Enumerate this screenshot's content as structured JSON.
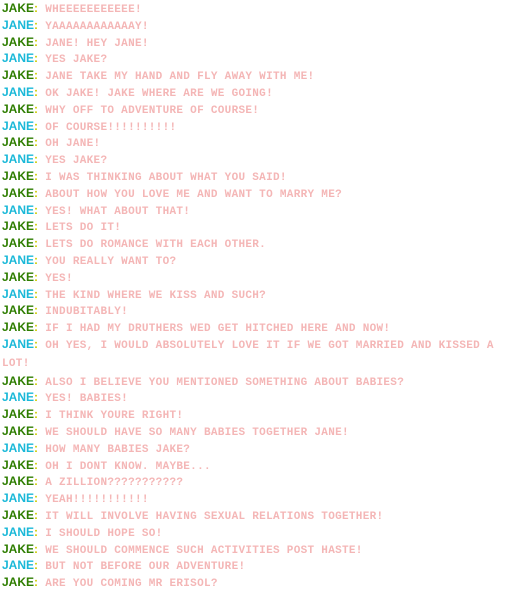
{
  "colors": {
    "speaker_a": "#2e7d00",
    "speaker_b": "#1ab8d8",
    "colon": "#cccc00",
    "message": "#f4b6b6",
    "background": "#ffffff"
  },
  "lines": [
    {
      "speaker": "JAKE",
      "role": "a",
      "text": "WHEEEEEEEEEEE!"
    },
    {
      "speaker": "JANE",
      "role": "b",
      "text": "YAAAAAAAAAAAAY!"
    },
    {
      "speaker": "JAKE",
      "role": "a",
      "text": "JANE! HEY JANE!"
    },
    {
      "speaker": "JANE",
      "role": "b",
      "text": "YES JAKE?"
    },
    {
      "speaker": "JAKE",
      "role": "a",
      "text": "JANE TAKE MY HAND AND FLY AWAY WITH ME!"
    },
    {
      "speaker": "JANE",
      "role": "b",
      "text": "OK JAKE! JAKE WHERE ARE WE GOING!"
    },
    {
      "speaker": "JAKE",
      "role": "a",
      "text": "WHY OFF TO ADVENTURE OF COURSE!"
    },
    {
      "speaker": "JANE",
      "role": "b",
      "text": "OF COURSE!!!!!!!!!!"
    },
    {
      "speaker": "JAKE",
      "role": "a",
      "text": "OH JANE!"
    },
    {
      "speaker": "JANE",
      "role": "b",
      "text": "YES JAKE?"
    },
    {
      "speaker": "JAKE",
      "role": "a",
      "text": "I WAS THINKING ABOUT WHAT YOU SAID!"
    },
    {
      "speaker": "JAKE",
      "role": "a",
      "text": "ABOUT HOW YOU LOVE ME AND WANT TO MARRY ME?"
    },
    {
      "speaker": "JANE",
      "role": "b",
      "text": "YES! WHAT ABOUT THAT!"
    },
    {
      "speaker": "JAKE",
      "role": "a",
      "text": "LETS DO IT!"
    },
    {
      "speaker": "JAKE",
      "role": "a",
      "text": "LETS DO ROMANCE WITH EACH OTHER."
    },
    {
      "speaker": "JANE",
      "role": "b",
      "text": "YOU REALLY WANT TO?"
    },
    {
      "speaker": "JAKE",
      "role": "a",
      "text": "YES!"
    },
    {
      "speaker": "JANE",
      "role": "b",
      "text": "THE KIND WHERE WE KISS AND SUCH?"
    },
    {
      "speaker": "JAKE",
      "role": "a",
      "text": "INDUBITABLY!"
    },
    {
      "speaker": "JAKE",
      "role": "a",
      "text": "IF I HAD MY DRUTHERS WED GET HITCHED HERE AND NOW!"
    },
    {
      "speaker": "JANE",
      "role": "b",
      "text": "OH YES, I WOULD ABSOLUTELY LOVE IT IF WE GOT MARRIED AND KISSED A LOT!"
    },
    {
      "speaker": "JAKE",
      "role": "a",
      "text": "ALSO I BELIEVE YOU MENTIONED SOMETHING ABOUT BABIES?"
    },
    {
      "speaker": "JANE",
      "role": "b",
      "text": "YES! BABIES!"
    },
    {
      "speaker": "JAKE",
      "role": "a",
      "text": "I THINK YOURE RIGHT!"
    },
    {
      "speaker": "JAKE",
      "role": "a",
      "text": "WE SHOULD HAVE SO MANY BABIES TOGETHER JANE!"
    },
    {
      "speaker": "JANE",
      "role": "b",
      "text": "HOW MANY BABIES JAKE?"
    },
    {
      "speaker": "JAKE",
      "role": "a",
      "text": "OH I DONT KNOW. MAYBE..."
    },
    {
      "speaker": "JAKE",
      "role": "a",
      "text": "A ZILLION???????????"
    },
    {
      "speaker": "JANE",
      "role": "b",
      "text": "YEAH!!!!!!!!!!!"
    },
    {
      "speaker": "JAKE",
      "role": "a",
      "text": "IT WILL INVOLVE HAVING SEXUAL RELATIONS TOGETHER!"
    },
    {
      "speaker": "JANE",
      "role": "b",
      "text": "I SHOULD HOPE SO!"
    },
    {
      "speaker": "JAKE",
      "role": "a",
      "text": "WE SHOULD COMMENCE SUCH ACTIVITIES POST HASTE!"
    },
    {
      "speaker": "JANE",
      "role": "b",
      "text": "BUT NOT BEFORE OUR ADVENTURE!"
    },
    {
      "speaker": "JAKE",
      "role": "a",
      "text": "ARE YOU COMING MR ERISOL?"
    }
  ]
}
